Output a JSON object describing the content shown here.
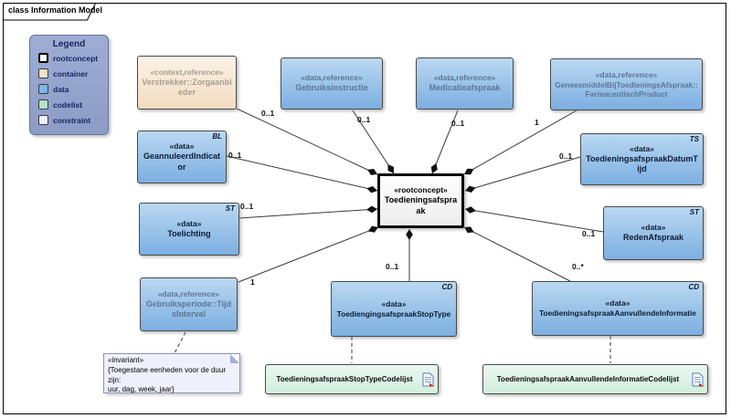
{
  "frame": {
    "tab_title": "class Information Model"
  },
  "legend": {
    "title": "Legend",
    "items": [
      {
        "label": "rootconcept",
        "color": "#ffffff"
      },
      {
        "label": "container",
        "color": "#f5dfc6"
      },
      {
        "label": "data",
        "color": "#7db6e8"
      },
      {
        "label": "codelist",
        "color": "#b5e0c8"
      },
      {
        "label": "constraint",
        "color": "#eceefb"
      }
    ]
  },
  "colors": {
    "data_fill": "#7cafe1",
    "container_fill": "#f2dcc0",
    "codelist_fill": "#d2eedd",
    "constraint_fill": "#eef0fb",
    "reference_text": "#5d7596",
    "line": "#3a3a3a"
  },
  "nodes": {
    "verstrekker": {
      "stereotype": "«context,reference»",
      "name": "Verstrekker::Zorgaanbieder"
    },
    "gebruiksinstructie": {
      "stereotype": "«data,reference»",
      "name": "Gebruiksinstructie"
    },
    "medicatieafspraak": {
      "stereotype": "«data,reference»",
      "name": "Medicatieafspraak"
    },
    "geneesmiddel": {
      "stereotype": "«data,reference»",
      "name": "GeneesmiddelBijToedieningsAfspraak::FarmaceutischProduct"
    },
    "geannuleerd": {
      "stereotype": "«data»",
      "name": "GeannuleerdIndicator",
      "tag": "BL"
    },
    "toelichting": {
      "stereotype": "«data»",
      "name": "Toelichting",
      "tag": "ST"
    },
    "gebruiksperiode": {
      "stereotype": "«data,reference»",
      "name": "Gebruiksperiode::TijdsInterval"
    },
    "rootconcept": {
      "stereotype": "«rootconcept»",
      "name": "Toedieningsafspraak"
    },
    "datumtijd": {
      "stereotype": "«data»",
      "name": "ToedieningsafspraakDatumTijd",
      "tag": "TS"
    },
    "redenafspraak": {
      "stereotype": "«data»",
      "name": "RedenAfspraak",
      "tag": "ST"
    },
    "stoptype": {
      "stereotype": "«data»",
      "name": "ToediengingsafspraakStopType",
      "tag": "CD"
    },
    "aanvullende": {
      "stereotype": "«data»",
      "name": "ToedieningsafspraakAanvullendeInformatie",
      "tag": "CD"
    },
    "codelijst_stoptype": {
      "name": "ToedieningsafspraakStopTypeCodelijst"
    },
    "codelijst_aanvullende": {
      "name": "ToedieningsafspraakAanvullendeInformatieCodelijst"
    },
    "invariant_note": {
      "stereotype": "«invariant»",
      "line1": "{Toegestane eenheden voor de duur zijn:",
      "line2": "uur, dag, week, jaar}"
    }
  },
  "multiplicities": {
    "verstrekker": "0..1",
    "gebruiksinstructie": "0..1",
    "medicatieafspraak": "0..1",
    "geneesmiddel": "1",
    "geannuleerd": "0..1",
    "toelichting": "0..1",
    "gebruiksperiode": "1",
    "datumtijd": "0..1",
    "redenafspraak": "0..1",
    "stoptype": "0..1",
    "aanvullende": "0..*"
  }
}
